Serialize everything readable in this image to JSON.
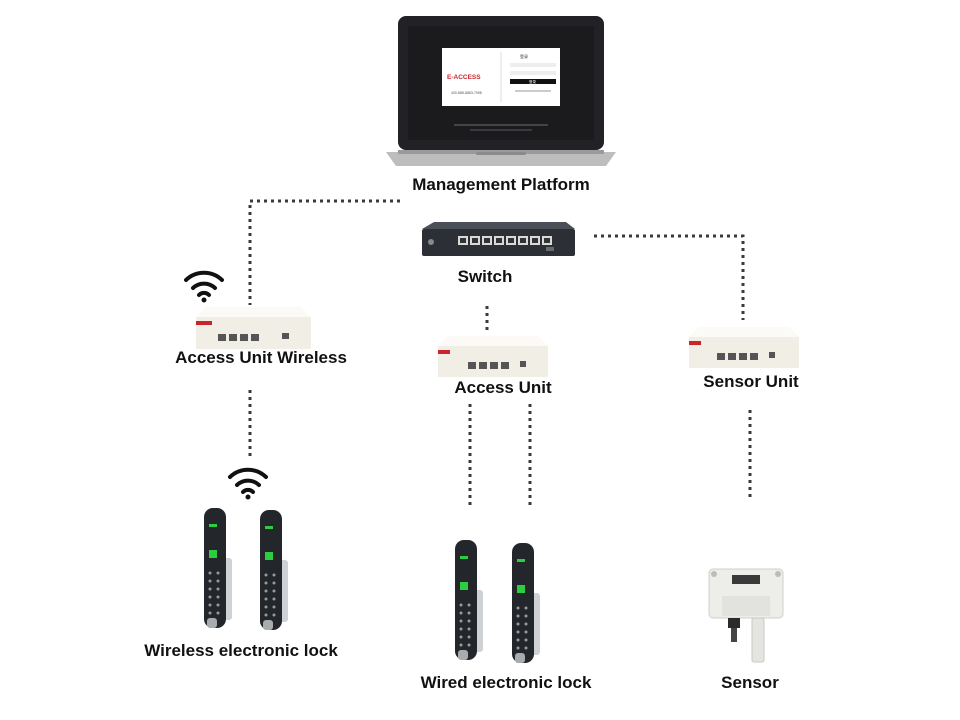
{
  "colors": {
    "connector": "#3a3a3a",
    "device_body": "#f1eee6",
    "brand_red": "#c8262c",
    "switch_body": "#2c2f36",
    "lock_body": "#23272c",
    "lock_led": "#2ecc40",
    "screen_bg": "#1b1b1d"
  },
  "screen": {
    "logo": "E-ACCESS",
    "phone": "400-888-8883-7998",
    "login_title": "登录",
    "login_button": "登录"
  },
  "nodes": {
    "management_platform": {
      "label": "Management Platform",
      "icon": "laptop-icon"
    },
    "switch": {
      "label": "Switch",
      "icon": "network-switch-icon"
    },
    "access_unit_wireless": {
      "label": "Access Unit Wireless",
      "icon": "access-unit-icon"
    },
    "access_unit": {
      "label": "Access Unit",
      "icon": "access-unit-icon"
    },
    "sensor_unit": {
      "label": "Sensor Unit",
      "icon": "sensor-unit-icon"
    },
    "wireless_lock": {
      "label": "Wireless electronic lock",
      "icon": "electronic-lock-icon"
    },
    "wired_lock": {
      "label": "Wired electronic lock",
      "icon": "electronic-lock-icon"
    },
    "sensor": {
      "label": "Sensor",
      "icon": "sensor-icon"
    }
  }
}
